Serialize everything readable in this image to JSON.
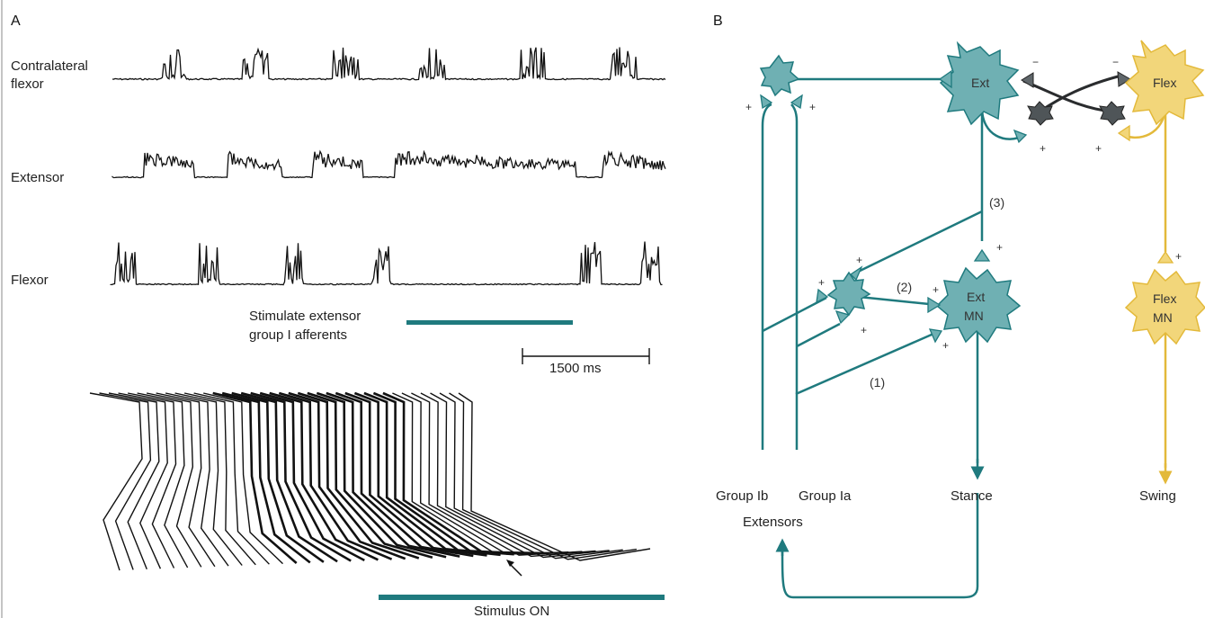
{
  "panel_a": {
    "label": "A",
    "traces": {
      "contralateral_flexor_line1": "Contralateral",
      "contralateral_flexor_line2": "flexor",
      "extensor": "Extensor",
      "flexor": "Flexor"
    },
    "stimulate_line1": "Stimulate extensor",
    "stimulate_line2": "group I afferents",
    "scale_bar": "1500 ms",
    "stimulus_on": "Stimulus ON"
  },
  "panel_b": {
    "label": "B",
    "ext_label": "Ext",
    "flex_label": "Flex",
    "ext_mn_line1": "Ext",
    "ext_mn_line2": "MN",
    "flex_mn_line1": "Flex",
    "flex_mn_line2": "MN",
    "pathway_1": "(1)",
    "pathway_2": "(2)",
    "pathway_3": "(3)",
    "group_ib": "Group Ib",
    "group_ia": "Group Ia",
    "extensors": "Extensors",
    "stance": "Stance",
    "swing": "Swing",
    "plus": "+",
    "minus": "−"
  },
  "colors": {
    "teal": "#1f7a7e",
    "teal_fill": "#6fb0b3",
    "yellow": "#e3b93a",
    "yellow_fill": "#f2d67a",
    "dark": "#3a3d3f",
    "ink": "#111111"
  }
}
